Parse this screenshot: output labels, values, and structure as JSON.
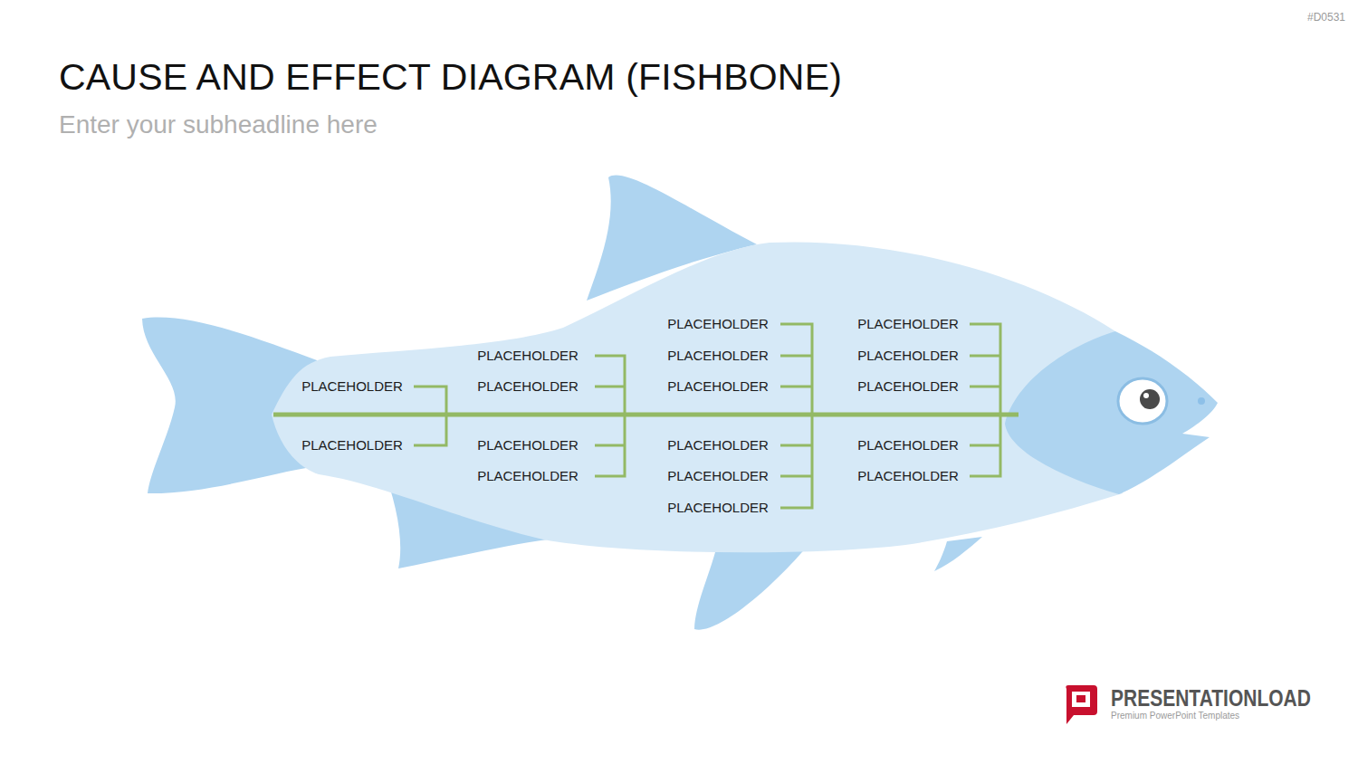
{
  "diagram": {
    "title": "CAUSE AND EFFECT DIAGRAM (FISHBONE)",
    "labels": [
      "Enter your subheadline here",
      "#D0531",
      "PLACEHOLDER",
      "PLACEHOLDER",
      "PLACEHOLDER",
      "PLACEHOLDER",
      "PLACEHOLDER",
      "PLACEHOLDER",
      "PLACEHOLDER",
      "PLACEHOLDER",
      "PLACEHOLDER",
      "PLACEHOLDER",
      "PLACEHOLDER",
      "PLACEHOLDER",
      "PLACEHOLDER",
      "PLACEHOLDER",
      "PLACEHOLDER",
      "PLACEHOLDER",
      "PLACEHOLDER",
      "PRESENTATIONLOAD",
      "Premium PowerPoint Templates"
    ]
  }
}
